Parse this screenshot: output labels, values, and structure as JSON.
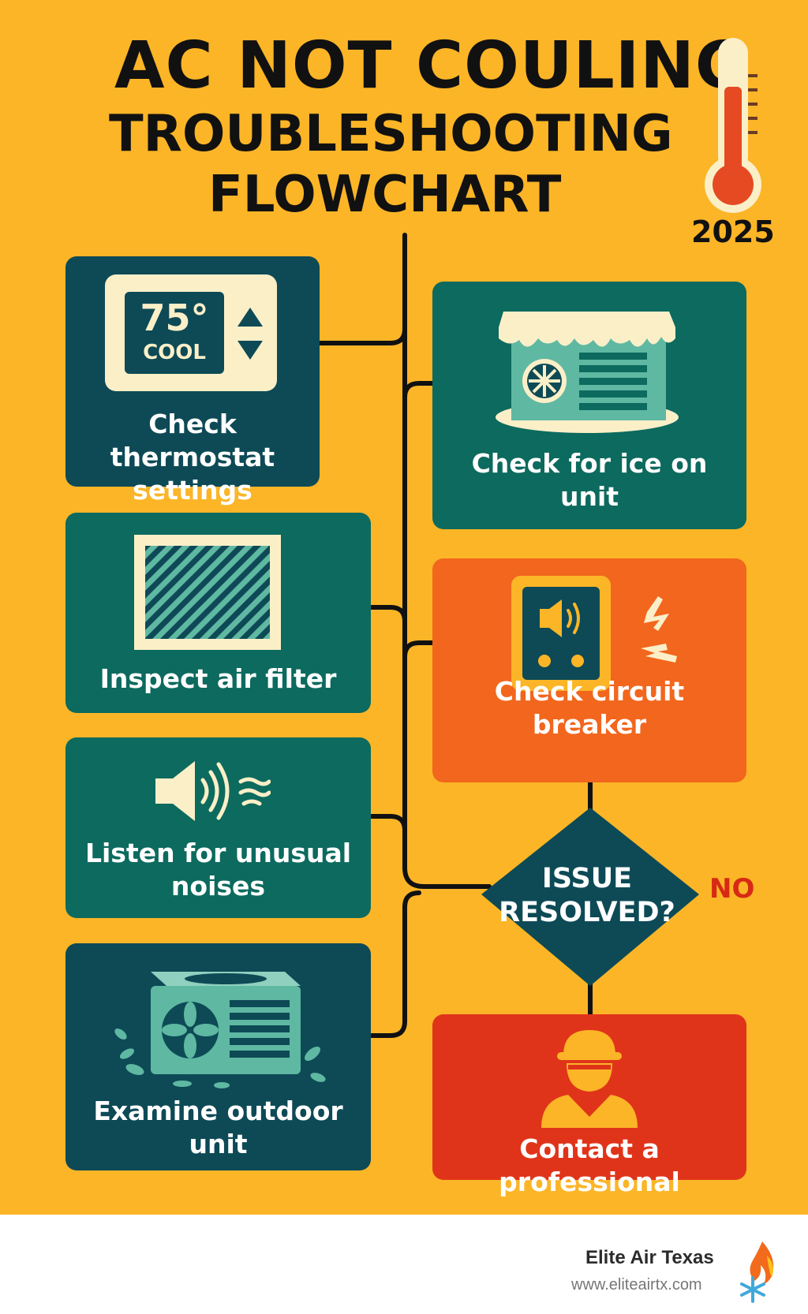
{
  "title": {
    "line1": "AC NOT COULING",
    "line2": "TROUBLESHOOTING",
    "line3": "FLOWCHART",
    "year": "2025"
  },
  "steps": {
    "thermostat": {
      "label": "Check thermostat\nsettings",
      "display_temp": "75°",
      "display_mode": "COOL"
    },
    "filter": {
      "label": "Inspect air filter"
    },
    "noise": {
      "label": "Listen for unusual\nnoises"
    },
    "outdoor": {
      "label": "Examine outdoor\nunit"
    },
    "ice": {
      "label": "Check for ice on\nunit"
    },
    "breaker": {
      "label": "Check circuit\nbreaker"
    },
    "professional": {
      "label": "Contact a professional"
    }
  },
  "decision": {
    "question": "ISSUE\nRESOLVED?",
    "no_label": "NO"
  },
  "footer": {
    "brand": "Elite Air Texas",
    "url": "www.eliteairtx.com"
  },
  "colors": {
    "background": "#FBB527",
    "dark_teal": "#0D4A56",
    "teal": "#0C6A5E",
    "orange": "#F2661D",
    "red": "#E0341A",
    "cream": "#FBEFC8",
    "mint": "#5FB8A2"
  }
}
